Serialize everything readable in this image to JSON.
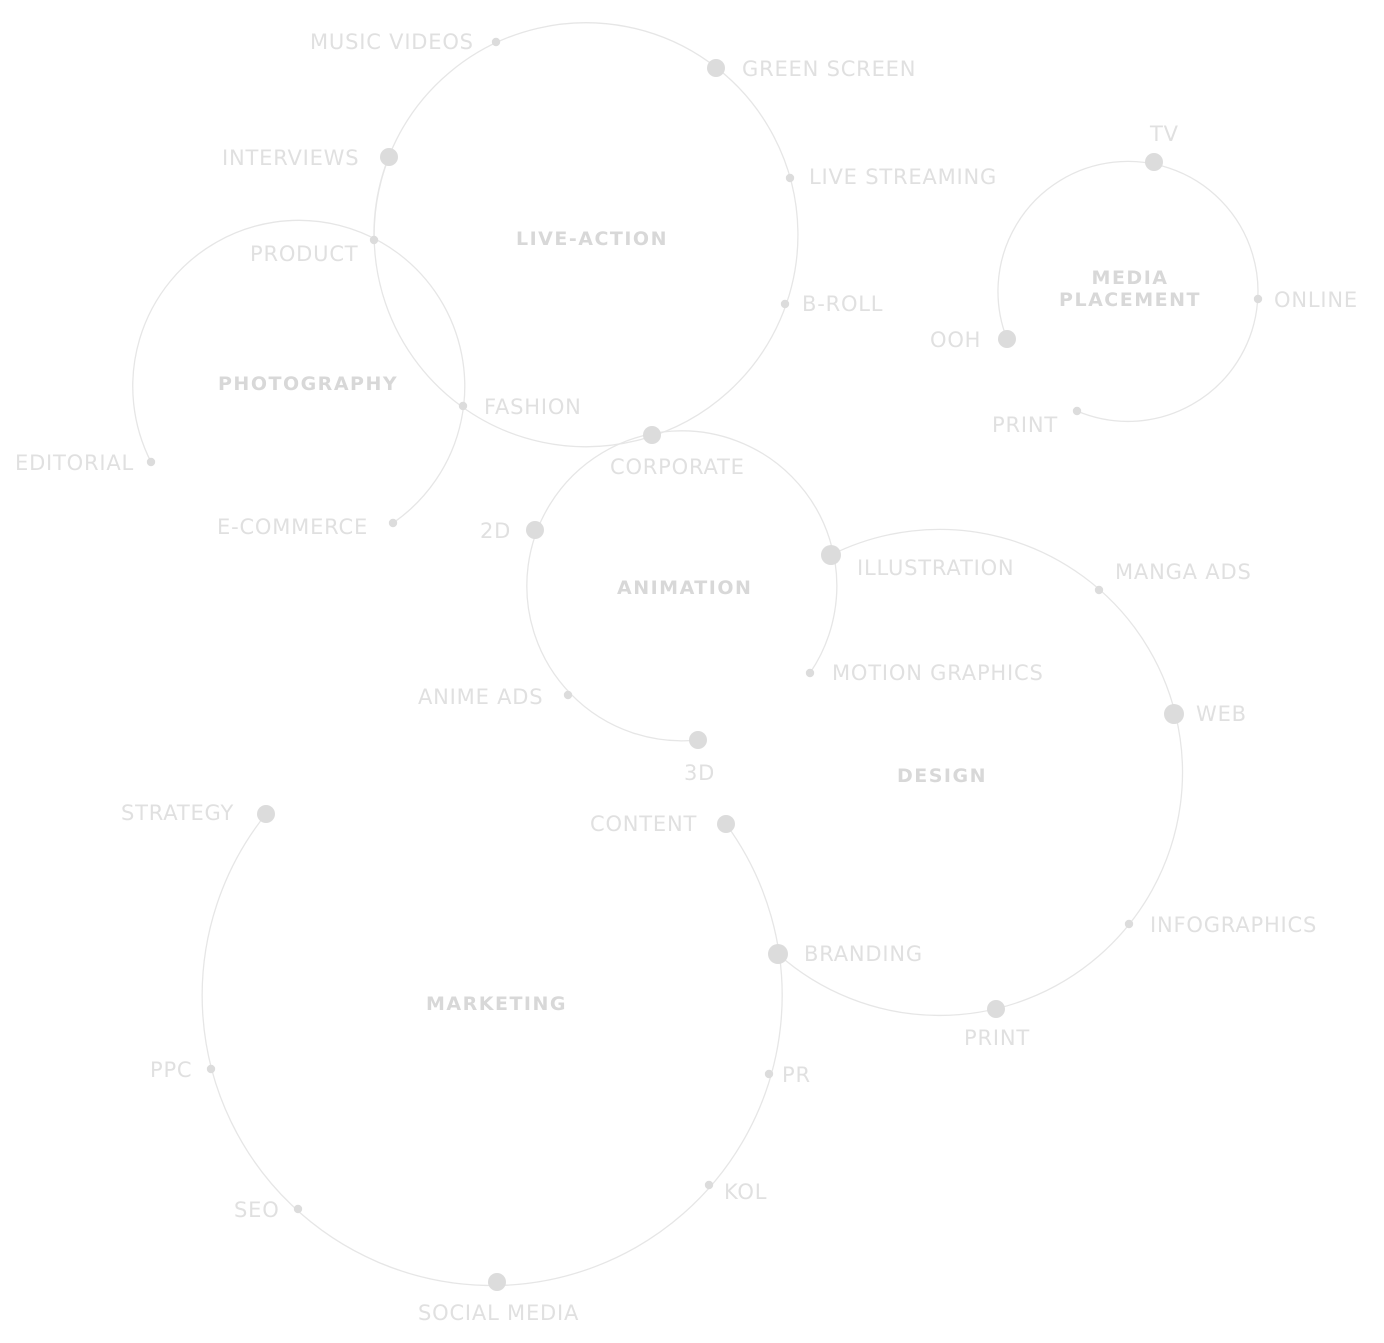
{
  "colors": {
    "ring": "#e6e6e6",
    "dot": "#dcdcdc",
    "hub_text": "#d8d8d8",
    "node_text": "#e0e0e0",
    "background": "#ffffff"
  },
  "hubs": {
    "live_action": "LIVE-ACTION",
    "photography": "PHOTOGRAPHY",
    "media_placement_line1": "MEDIA",
    "media_placement_line2": "PLACEMENT",
    "animation": "ANIMATION",
    "design": "DESIGN",
    "marketing": "MARKETING"
  },
  "nodes": {
    "music_videos": "MUSIC VIDEOS",
    "green_screen": "GREEN SCREEN",
    "interviews": "INTERVIEWS",
    "live_streaming": "LIVE STREAMING",
    "product": "PRODUCT",
    "b_roll": "B-ROLL",
    "fashion": "FASHION",
    "editorial": "EDITORIAL",
    "e_commerce": "E-COMMERCE",
    "tv": "TV",
    "online": "ONLINE",
    "ooh": "OOH",
    "print_media": "PRINT",
    "corporate": "CORPORATE",
    "two_d": "2D",
    "illustration": "ILLUSTRATION",
    "manga_ads": "MANGA ADS",
    "motion_graphics": "MOTION GRAPHICS",
    "anime_ads": "ANIME ADS",
    "three_d": "3D",
    "web": "WEB",
    "strategy": "STRATEGY",
    "content": "CONTENT",
    "infographics": "INFOGRAPHICS",
    "branding": "BRANDING",
    "print_design": "PRINT",
    "ppc": "PPC",
    "pr": "PR",
    "kol": "KOL",
    "seo": "SEO",
    "social_media": "SOCIAL MEDIA"
  }
}
